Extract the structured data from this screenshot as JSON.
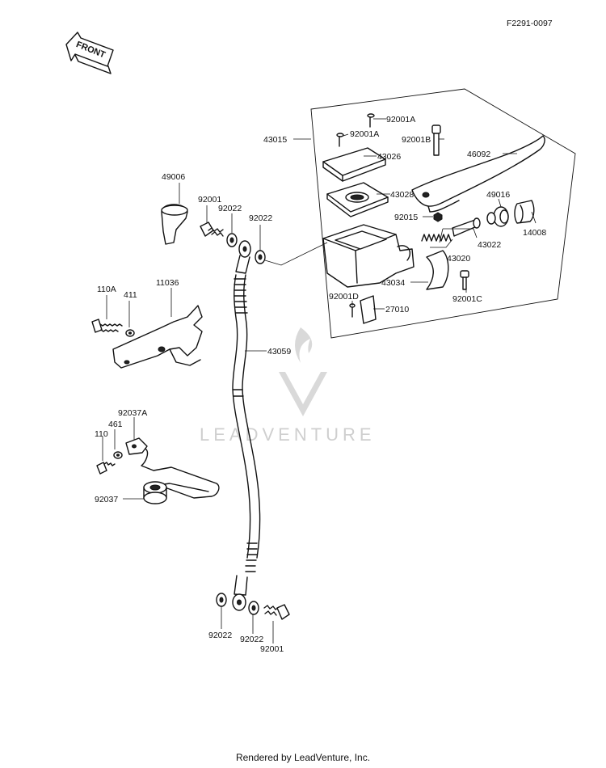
{
  "diagram_id": "F2291-0097",
  "front_label": "FRONT",
  "watermark": "LEADVENTURE",
  "footer": "Rendered by LeadVenture, Inc.",
  "parts": {
    "p92001A_1": "92001A",
    "p92001A_2": "92001A",
    "p92001B": "92001B",
    "p43015": "43015",
    "p43026": "43026",
    "p46092": "46092",
    "p43028": "43028",
    "p49016": "49016",
    "p92015": "92015",
    "p14008": "14008",
    "p43022": "43022",
    "p43020": "43020",
    "p43034": "43034",
    "p92001C": "92001C",
    "p92001D": "92001D",
    "p27010": "27010",
    "p49006": "49006",
    "p92001_top": "92001",
    "p92022_top1": "92022",
    "p92022_top2": "92022",
    "p110A": "110A",
    "p411": "411",
    "p11036": "11036",
    "p43059": "43059",
    "p92037A": "92037A",
    "p461": "461",
    "p110": "110",
    "p92037": "92037",
    "p92022_bot1": "92022",
    "p92022_bot2": "92022",
    "p92001_bot": "92001"
  }
}
